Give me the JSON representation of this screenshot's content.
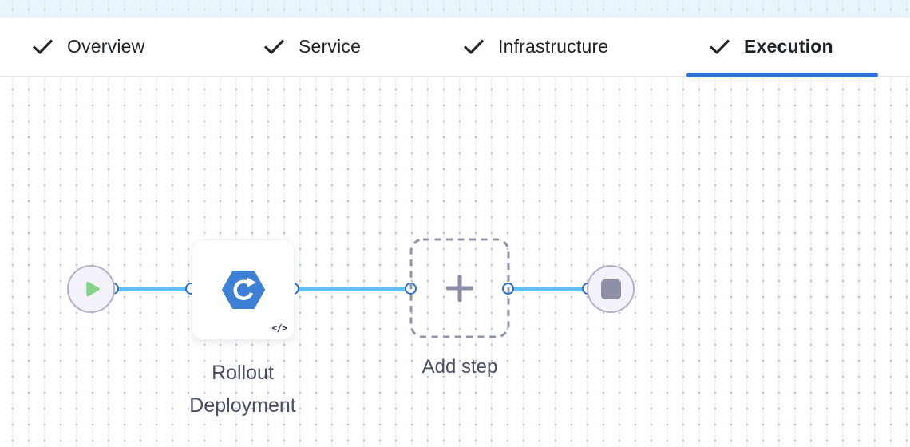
{
  "header": {
    "tabs": [
      {
        "label": "Overview",
        "checked": true,
        "active": false
      },
      {
        "label": "Service",
        "checked": true,
        "active": false
      },
      {
        "label": "Infrastructure",
        "checked": true,
        "active": false
      },
      {
        "label": "Execution",
        "checked": true,
        "active": true
      }
    ]
  },
  "canvas": {
    "start_node": {
      "type": "pipeline-start",
      "icon": "play-icon"
    },
    "step_node": {
      "label_lines": [
        "Rollout",
        "Deployment"
      ],
      "icon": "rollout-deployment-hexagon-icon",
      "badge": "</>"
    },
    "add_step_node": {
      "label": "Add step",
      "icon": "plus-icon"
    },
    "end_node": {
      "type": "pipeline-end",
      "icon": "stop-icon"
    },
    "colors": {
      "edge_blue": "#63c1f2",
      "port_border_blue": "#2a6bd4",
      "active_tab_underline": "#3370d4",
      "step_icon_blue": "#3d81d6",
      "play_green": "#84d589",
      "node_gray": "#8c8fa5",
      "grid_dot": "#b6c0ca"
    }
  }
}
